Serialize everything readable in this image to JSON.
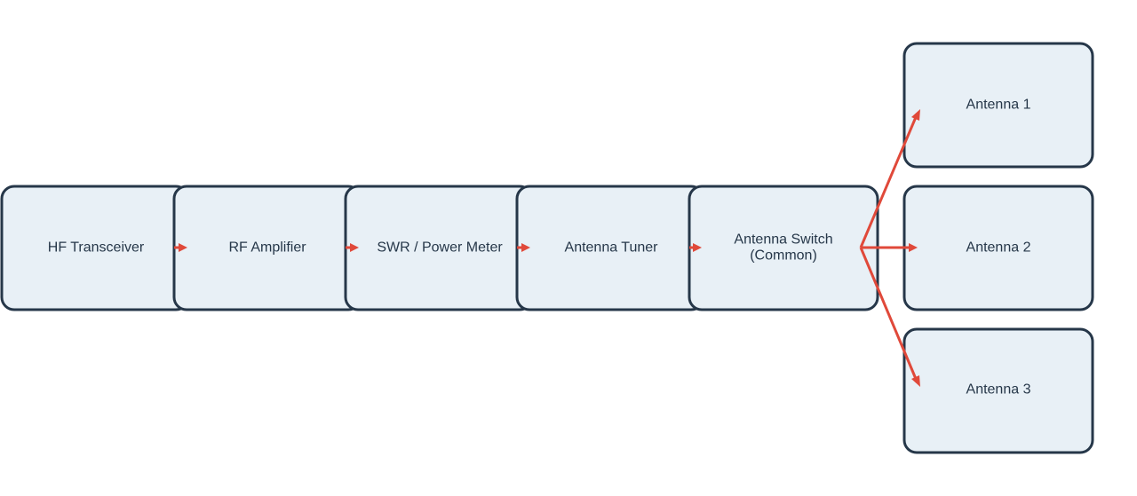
{
  "colors": {
    "node_fill": "#e8f0f6",
    "node_stroke": "#263749",
    "edge": "#e0493a",
    "text": "#263749"
  },
  "nodes": {
    "hf_transceiver": {
      "label": "HF Transceiver"
    },
    "rf_amplifier": {
      "label": "RF Amplifier"
    },
    "swr_power_meter": {
      "label": "SWR / Power Meter"
    },
    "antenna_tuner": {
      "label": "Antenna Tuner"
    },
    "antenna_switch": {
      "label_line1": "Antenna Switch",
      "label_line2": "(Common)"
    },
    "antenna_1": {
      "label": "Antenna 1"
    },
    "antenna_2": {
      "label": "Antenna 2"
    },
    "antenna_3": {
      "label": "Antenna 3"
    }
  },
  "edges": [
    {
      "from": "hf_transceiver",
      "to": "rf_amplifier"
    },
    {
      "from": "rf_amplifier",
      "to": "swr_power_meter"
    },
    {
      "from": "swr_power_meter",
      "to": "antenna_tuner"
    },
    {
      "from": "antenna_tuner",
      "to": "antenna_switch"
    },
    {
      "from": "antenna_switch",
      "to": "antenna_1"
    },
    {
      "from": "antenna_switch",
      "to": "antenna_2"
    },
    {
      "from": "antenna_switch",
      "to": "antenna_3"
    }
  ]
}
